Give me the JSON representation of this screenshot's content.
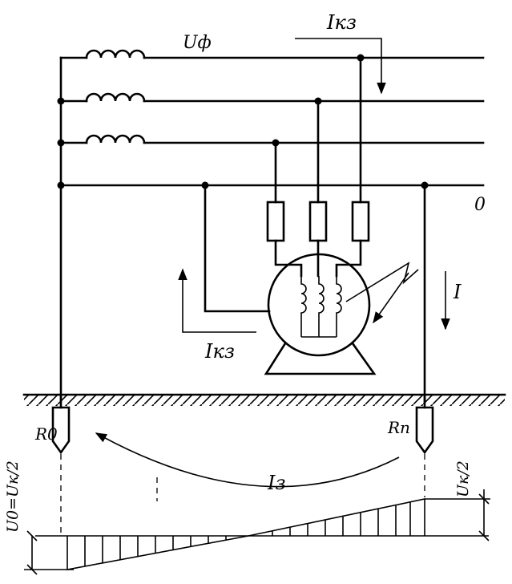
{
  "labels": {
    "phase_voltage": "Uф",
    "short_circuit_current_top": "Iкз",
    "short_circuit_current_motor": "Iкз",
    "neutral_wire": "0",
    "current": "I",
    "neutral_ground_resistance": "R0",
    "repeat_ground_resistance": "Rп",
    "ground_current": "Iз",
    "voltage_left": "U0=Uк/2",
    "voltage_right": "Uк/2"
  },
  "colors": {
    "ink": "#000000",
    "paper": "#ffffff"
  }
}
